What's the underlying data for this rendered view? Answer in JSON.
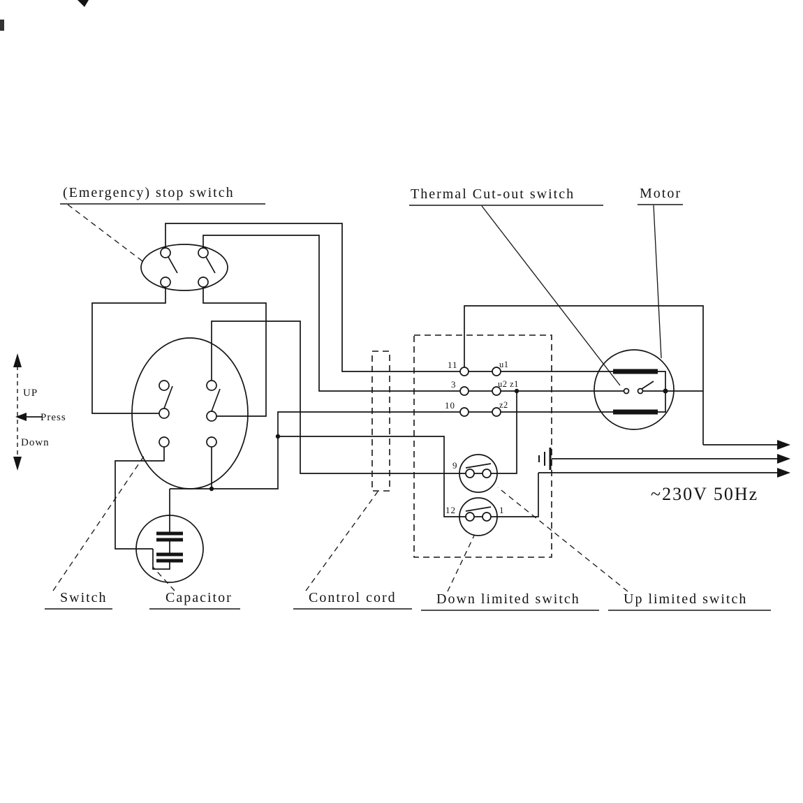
{
  "labels": {
    "emergency_stop": "(Emergency) stop switch",
    "thermal_cutout": "Thermal Cut-out switch",
    "motor": "Motor",
    "switch": "Switch",
    "capacitor": "Capacitor",
    "control_cord": "Control cord",
    "down_limited_switch": "Down limited switch",
    "up_limited_switch": "Up limited switch"
  },
  "direction_indicator": {
    "up": "UP",
    "press": "Press",
    "down": "Down"
  },
  "power": {
    "rating": "~230V 50Hz"
  },
  "terminals": {
    "t11": "11",
    "t3": "3",
    "t10": "10",
    "t9": "9",
    "t12": "12",
    "t1": "1",
    "u1": "u1",
    "u2z1": "u2 z1",
    "z2": "z2"
  },
  "colors": {
    "ink": "#141414",
    "background": "#ffffff"
  }
}
